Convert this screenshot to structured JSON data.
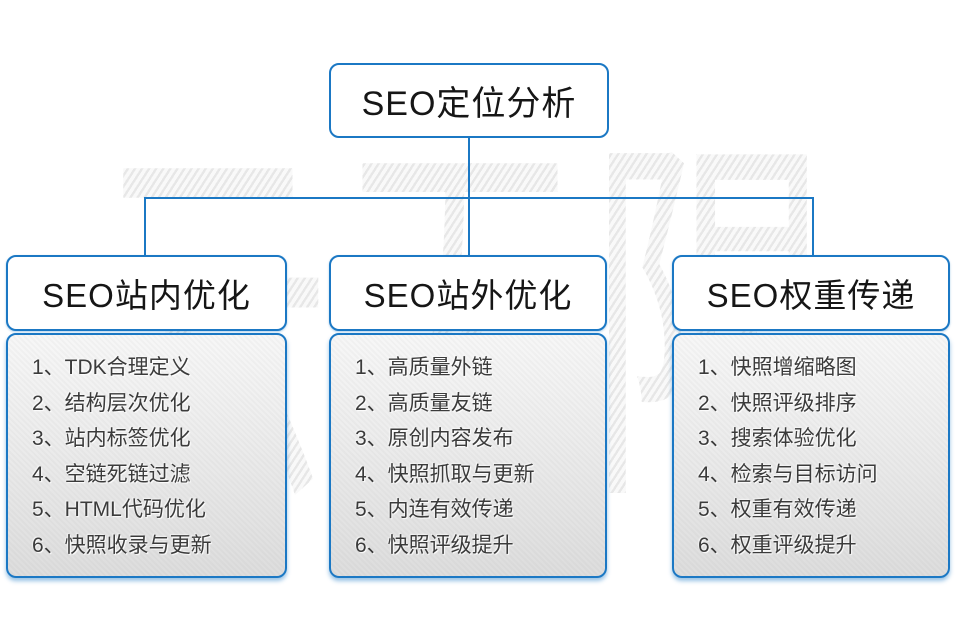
{
  "watermark": "云无限",
  "root": {
    "title": "SEO定位分析"
  },
  "groups": [
    {
      "title": "SEO站内优化",
      "items": [
        "1、TDK合理定义",
        "2、结构层次优化",
        "3、站内标签优化",
        "4、空链死链过滤",
        "5、HTML代码优化",
        "6、快照收录与更新"
      ]
    },
    {
      "title": "SEO站外优化",
      "items": [
        "1、高质量外链",
        "2、高质量友链",
        "3、原创内容发布",
        "4、快照抓取与更新",
        "5、内连有效传递",
        "6、快照评级提升"
      ]
    },
    {
      "title": "SEO权重传递",
      "items": [
        "1、快照增缩略图",
        "2、快照评级排序",
        "3、搜索体验优化",
        "4、检索与目标访问",
        "5、权重有效传递",
        "6、权重评级提升"
      ]
    }
  ],
  "colors": {
    "line": "#1b78c4",
    "item_text": "#3b3b3b"
  }
}
